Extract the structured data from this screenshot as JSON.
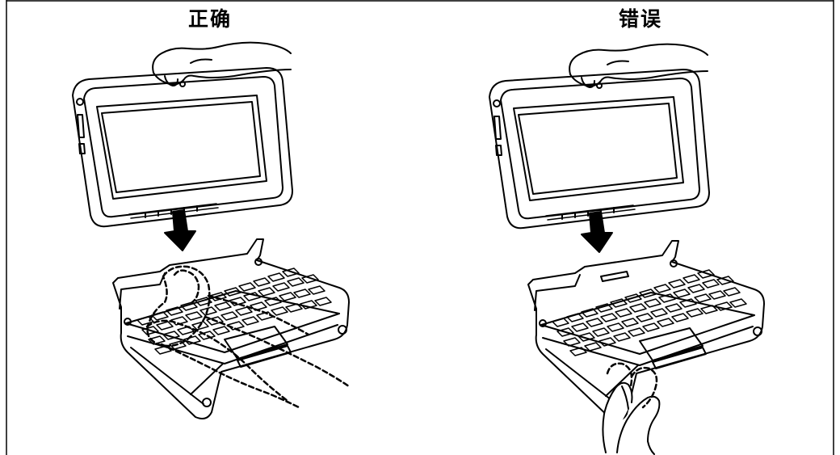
{
  "panels": {
    "correct": {
      "title": "正确"
    },
    "wrong": {
      "title": "错误"
    }
  },
  "colors": {
    "line": "#000000",
    "screen": "#ffffff",
    "keyboard_fill": "#ffffff"
  },
  "icons": [
    "tablet-illustration",
    "hand-illustration",
    "down-arrow-icon",
    "keyboard-base-illustration",
    "dashed-highlight"
  ]
}
